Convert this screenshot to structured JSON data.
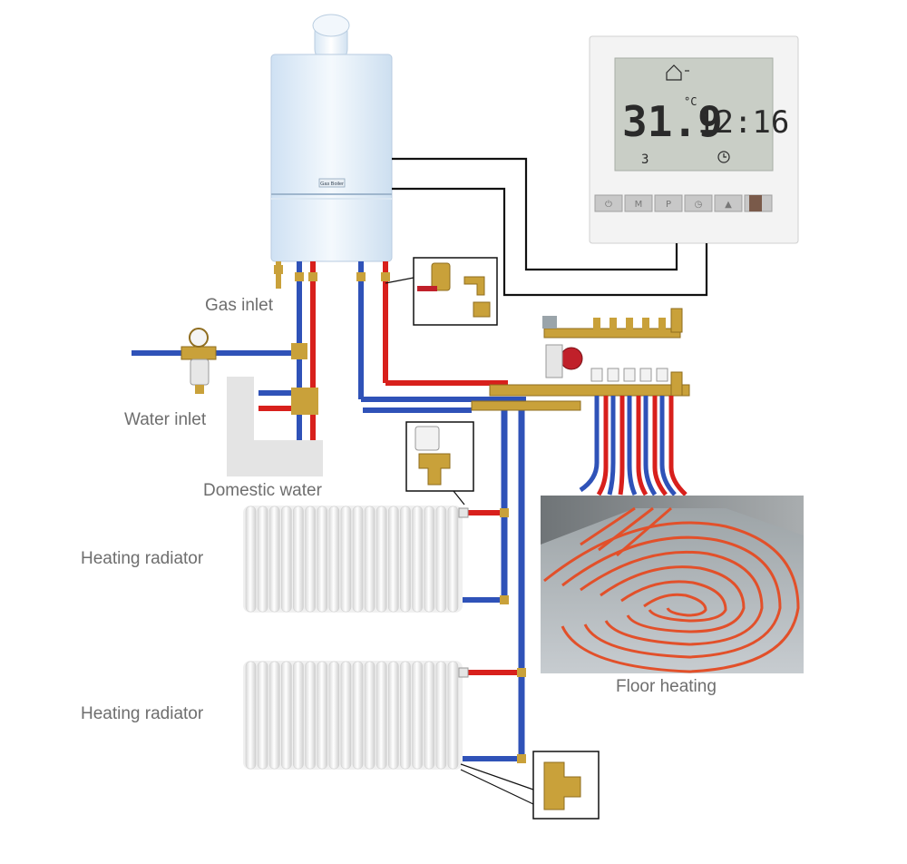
{
  "labels": {
    "gas_inlet": "Gas inlet",
    "water_inlet": "Water inlet",
    "domestic_water": "Domestic water",
    "heating_radiator_1": "Heating radiator",
    "heating_radiator_2": "Heating radiator",
    "floor_heating": "Floor heating"
  },
  "boiler": {
    "badge": "Gas Boiler"
  },
  "thermostat": {
    "temperature": "31.9",
    "unit": "°C",
    "time": "12:16",
    "mode_number": "3",
    "buttons": [
      "⏻",
      "M",
      "P",
      "◷",
      "▲",
      "▼"
    ]
  },
  "colors": {
    "hot_pipe": "#d8201c",
    "cold_pipe": "#2f52b8",
    "brass": "#c9a13a",
    "wire": "#111111",
    "lcd": "#c9cec6",
    "floor_tube": "#e2502a"
  },
  "icons": [
    "home-heating-icon",
    "clock-icon"
  ]
}
